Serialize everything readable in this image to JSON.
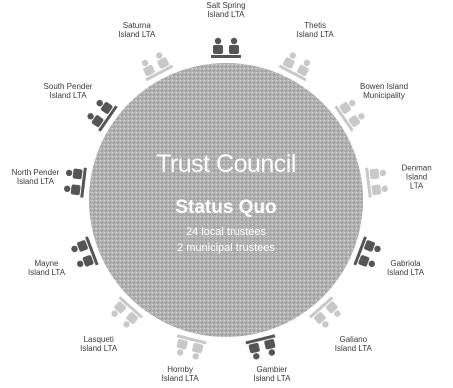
{
  "center": {
    "title": "Trust Council",
    "subtitle": "Status Quo",
    "line1": "24 local trustees",
    "line2": "2 municipal trustees"
  },
  "seats": [
    {
      "label": "Salt Spring\nIsland LTA",
      "active": true
    },
    {
      "label": "Thetis\nIsland LTA",
      "active": false
    },
    {
      "label": "Bowen Island\nMunicipality",
      "active": false
    },
    {
      "label": "Denman\nIsland LTA",
      "active": false
    },
    {
      "label": "Gabriola\nIsland LTA",
      "active": true
    },
    {
      "label": "Galiano\nIsland LTA",
      "active": false
    },
    {
      "label": "Gambier\nIsland LTA",
      "active": true
    },
    {
      "label": "Hornby\nIsland LTA",
      "active": false
    },
    {
      "label": "Lasqueti\nIsland LTA",
      "active": false
    },
    {
      "label": "Mayne\nIsland LTA",
      "active": true
    },
    {
      "label": "North Pender\nIsland LTA",
      "active": true
    },
    {
      "label": "South Pender\nIsland LTA",
      "active": true
    },
    {
      "label": "Saturna\nIsland LTA",
      "active": false
    }
  ],
  "colors": {
    "circle": "#a8a8a8",
    "active_figure": "#555555",
    "inactive_figure": "#c8c8c8",
    "label": "#3a3a3a"
  }
}
